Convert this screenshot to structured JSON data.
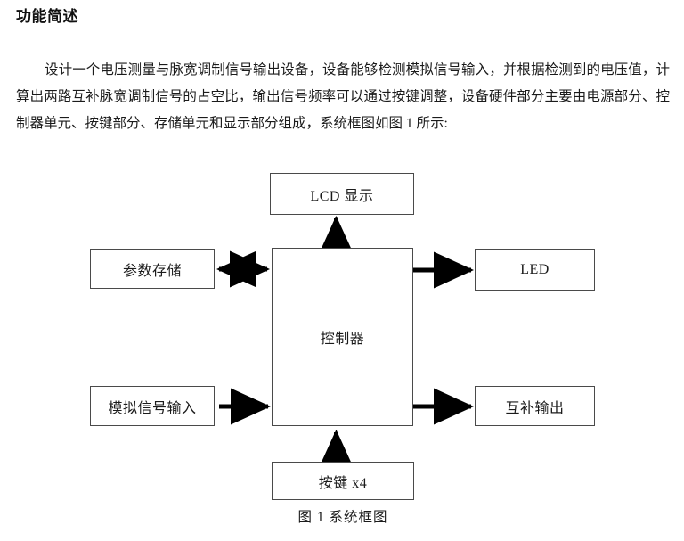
{
  "document": {
    "heading": "功能简述",
    "paragraph": "设计一个电压测量与脉宽调制信号输出设备，设备能够检测模拟信号输入，并根据检测到的电压值，计算出两路互补脉宽调制信号的占空比，输出信号频率可以通过按键调整，设备硬件部分主要由电源部分、控制器单元、按键部分、存储单元和显示部分组成，系统框图如图 1 所示:"
  },
  "diagram": {
    "caption": "图 1  系统框图",
    "boxes": [
      {
        "id": "lcd",
        "label": "LCD 显示"
      },
      {
        "id": "storage",
        "label": "参数存储"
      },
      {
        "id": "led",
        "label": "LED"
      },
      {
        "id": "controller",
        "label": "控制器"
      },
      {
        "id": "analog",
        "label": "模拟信号输入"
      },
      {
        "id": "complement",
        "label": "互补输出"
      },
      {
        "id": "keys",
        "label": "按键 x4"
      }
    ],
    "connections": [
      {
        "from": "controller",
        "to": "lcd",
        "direction": "up",
        "arrow": "single"
      },
      {
        "from": "storage",
        "to": "controller",
        "direction": "right",
        "arrow": "double"
      },
      {
        "from": "controller",
        "to": "led",
        "direction": "right",
        "arrow": "single"
      },
      {
        "from": "analog",
        "to": "controller",
        "direction": "right",
        "arrow": "single"
      },
      {
        "from": "controller",
        "to": "complement",
        "direction": "right",
        "arrow": "single"
      },
      {
        "from": "keys",
        "to": "controller",
        "direction": "up",
        "arrow": "single"
      }
    ],
    "colors": {
      "box_border": "#4a4a4a",
      "arrow": "#000000",
      "text": "#1b1b1b",
      "background": "#ffffff"
    }
  }
}
